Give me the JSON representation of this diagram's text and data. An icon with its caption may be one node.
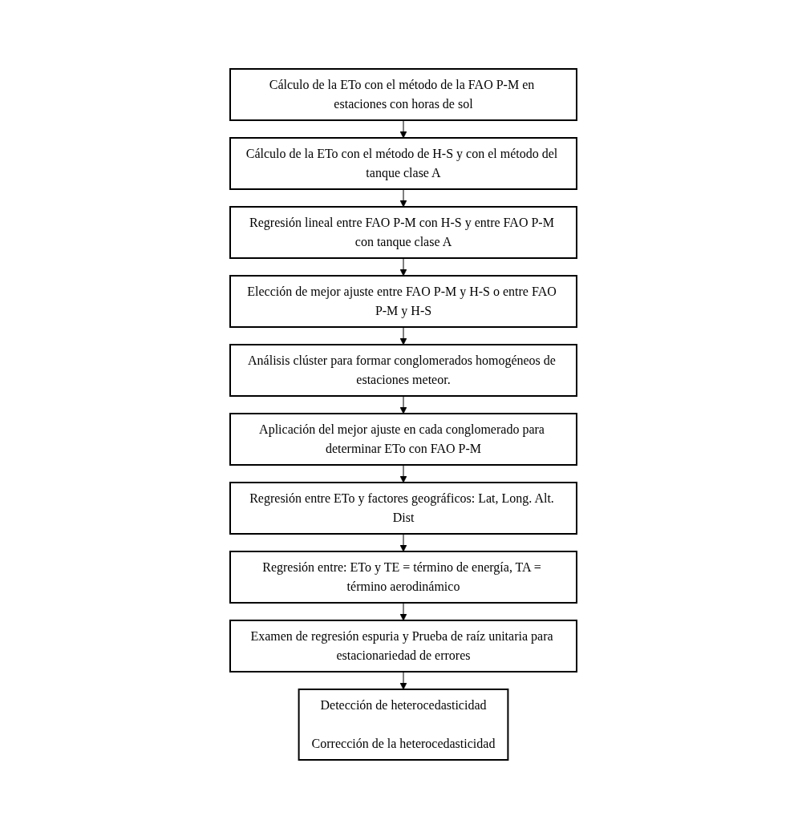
{
  "diagram": {
    "nodes": [
      {
        "text": [
          "Cálculo de la ETo con el método de la FAO P-M en estaciones con horas de sol"
        ]
      },
      {
        "text": [
          "Cálculo de la ETo con el método de H-S y con el método del tanque clase A"
        ]
      },
      {
        "text": [
          "Regresión lineal entre FAO P-M con H-S y entre FAO P-M con tanque clase A"
        ]
      },
      {
        "text": [
          "Elección de mejor ajuste entre FAO P-M y H-S o entre FAO P-M y H-S"
        ]
      },
      {
        "text": [
          "Análisis clúster para formar conglomerados homogéneos de estaciones meteor."
        ]
      },
      {
        "text": [
          "Aplicación del mejor ajuste en cada conglomerado para determinar ETo con FAO P-M"
        ]
      },
      {
        "text": [
          "Regresión entre ETo y factores geográficos: Lat, Long. Alt. Dist"
        ]
      },
      {
        "text": [
          "Regresión entre: ETo y TE = término de energía, TA = término aerodinámico"
        ]
      },
      {
        "text": [
          "Examen de regresión espuria y Prueba de raíz unitaria para estacionariedad de errores"
        ]
      },
      {
        "text": [
          "Detección de heterocedasticidad",
          "Corrección de la heterocedasticidad"
        ]
      }
    ],
    "edges": [
      {
        "from": 0,
        "to": 1,
        "arrow": "to"
      },
      {
        "from": 1,
        "to": 2,
        "arrow": "to"
      },
      {
        "from": 2,
        "to": 3,
        "arrow": "to"
      },
      {
        "from": 3,
        "to": 4,
        "arrow": "to"
      },
      {
        "from": 4,
        "to": 5,
        "arrow": "to"
      },
      {
        "from": 5,
        "to": 6,
        "arrow": "to"
      },
      {
        "from": 6,
        "to": 7,
        "arrow": "to"
      },
      {
        "from": 7,
        "to": 8,
        "arrow": "to"
      },
      {
        "from": 8,
        "to": 9,
        "arrow": "to"
      }
    ]
  }
}
